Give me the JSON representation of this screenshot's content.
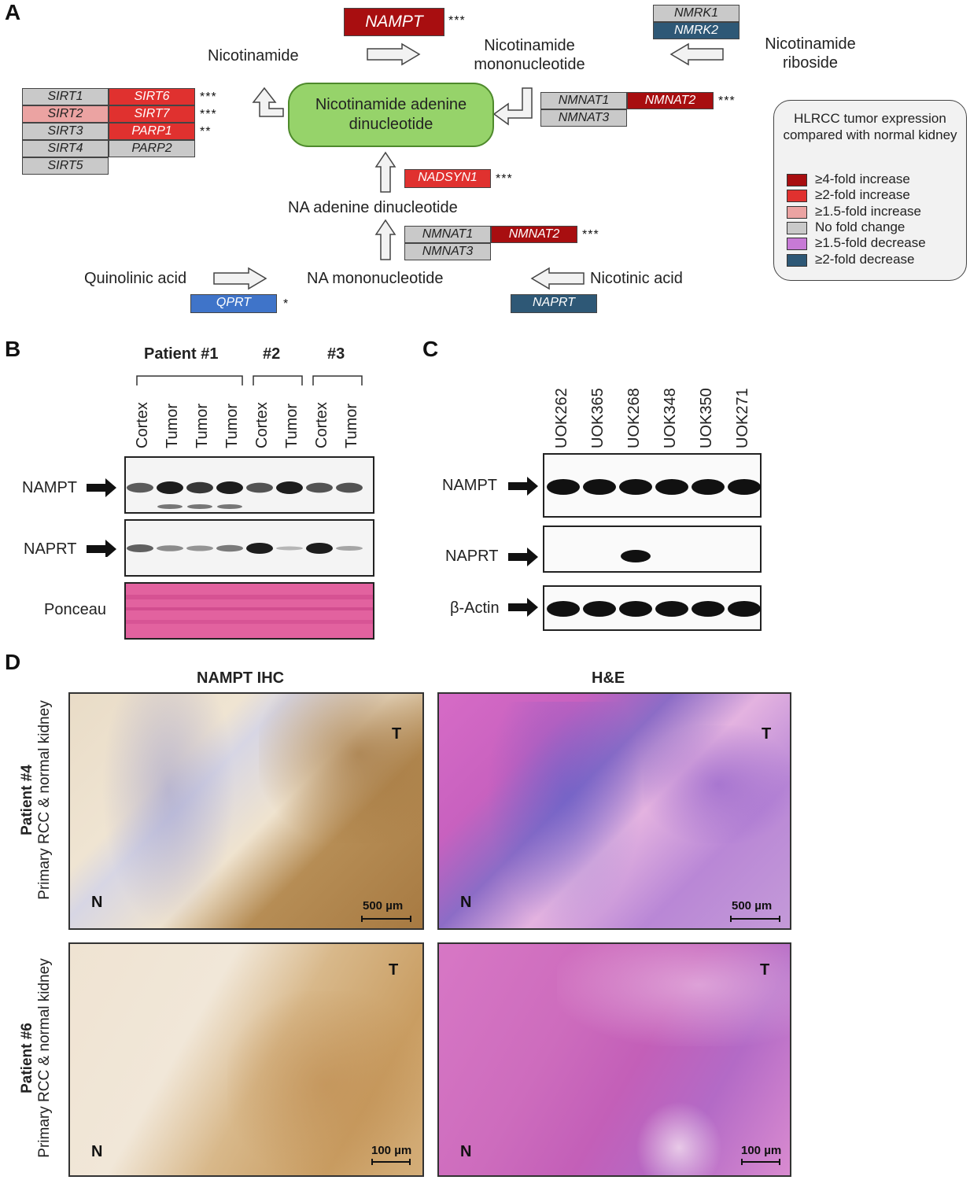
{
  "panels": {
    "a": "A",
    "b": "B",
    "c": "C",
    "d": "D"
  },
  "pathway": {
    "nad": "Nicotinamide adenine dinucleotide",
    "nicotinamide": "Nicotinamide",
    "nmn": "Nicotinamide mononucleotide",
    "nr": "Nicotinamide riboside",
    "naad": "NA adenine dinucleotide",
    "namn": "NA mononucleotide",
    "quinolinic": "Quinolinic acid",
    "nicotinic": "Nicotinic acid",
    "genes": {
      "nampt": "NAMPT",
      "nmrk1": "NMRK1",
      "nmrk2": "NMRK2",
      "nmnat1_top": "NMNAT1",
      "nmnat2_top": "NMNAT2",
      "nmnat3_top": "NMNAT3",
      "nadsyn1": "NADSYN1",
      "nmnat1_mid": "NMNAT1",
      "nmnat2_mid": "NMNAT2",
      "nmnat3_mid": "NMNAT3",
      "qprt": "QPRT",
      "naprt": "NAPRT",
      "sirt1": "SIRT1",
      "sirt2": "SIRT2",
      "sirt3": "SIRT3",
      "sirt4": "SIRT4",
      "sirt5": "SIRT5",
      "sirt6": "SIRT6",
      "sirt7": "SIRT7",
      "parp1": "PARP1",
      "parp2": "PARP2"
    },
    "stars": {
      "nampt": "***",
      "nmnat2_top": "***",
      "nadsyn1": "***",
      "nmnat2_mid": "***",
      "qprt": "*",
      "sirt6": "***",
      "sirt7": "***",
      "parp1": "**"
    }
  },
  "legend": {
    "title": "HLRCC tumor expression compared with normal kidney",
    "items": [
      {
        "label": "≥4-fold increase",
        "color": "#a80e10"
      },
      {
        "label": "≥2-fold increase",
        "color": "#e0312f"
      },
      {
        "label": "≥1.5-fold increase",
        "color": "#eba3a2"
      },
      {
        "label": "No fold change",
        "color": "#c9c9c9"
      },
      {
        "label": "≥1.5-fold decrease",
        "color": "#c77ad6"
      },
      {
        "label": "≥2-fold decrease",
        "color": "#2e5876"
      }
    ]
  },
  "blot_b": {
    "groups": [
      "Patient #1",
      "#2",
      "#3"
    ],
    "lanes": [
      "Cortex",
      "Tumor",
      "Tumor",
      "Tumor",
      "Cortex",
      "Tumor",
      "Cortex",
      "Tumor"
    ],
    "rows": [
      "NAMPT",
      "NAPRT",
      "Ponceau"
    ]
  },
  "blot_c": {
    "lanes": [
      "UOK262",
      "UOK365",
      "UOK268",
      "UOK348",
      "UOK350",
      "UOK271"
    ],
    "rows": [
      "NAMPT",
      "NAPRT",
      "β-Actin"
    ]
  },
  "ihc": {
    "col1": "NAMPT IHC",
    "col2": "H&E",
    "row1_patient": "Patient #4",
    "row1_sub": "Primary RCC & normal kidney",
    "row2_patient": "Patient #6",
    "row2_sub": "Primary RCC & normal kidney",
    "tumor_mark": "T",
    "normal_mark": "N",
    "scale_top": "500 µm",
    "scale_bottom": "100 µm"
  }
}
